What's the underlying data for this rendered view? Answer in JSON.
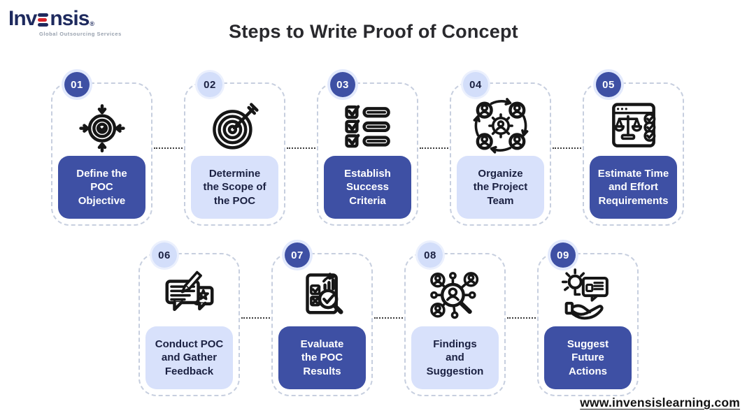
{
  "logo": {
    "wordmark_pre": "Inv",
    "wordmark_post": "nsis",
    "registered": "®",
    "subtitle": "Global Outsourcing Services"
  },
  "title": "Steps to Write Proof of Concept",
  "footer": {
    "website": "www.invensislearning.com"
  },
  "colors": {
    "dark_blue": "#3e50a4",
    "light_lavender": "#d8e1fb",
    "badge_ring": "#e2e9fc",
    "navy_text": "#1b2142",
    "logo_navy": "#1e2a5e",
    "logo_red": "#d8232a",
    "dashed_border": "#c7cfdf",
    "connector_dots": "#3b3b3b"
  },
  "steps": [
    {
      "number": "01",
      "label": "Define the\nPOC\nObjective",
      "variant": "dark",
      "icon": "focus-target-icon"
    },
    {
      "number": "02",
      "label": "Determine\nthe Scope of\nthe POC",
      "variant": "light",
      "icon": "dartboard-icon"
    },
    {
      "number": "03",
      "label": "Establish\nSuccess\nCriteria",
      "variant": "dark",
      "icon": "checklist-icon"
    },
    {
      "number": "04",
      "label": "Organize\nthe Project\nTeam",
      "variant": "light",
      "icon": "team-collaboration-icon"
    },
    {
      "number": "05",
      "label": "Estimate Time\nand Effort\nRequirements",
      "variant": "dark",
      "icon": "scale-window-icon"
    },
    {
      "number": "06",
      "label": "Conduct POC\nand Gather\nFeedback",
      "variant": "light",
      "icon": "feedback-bubbles-icon"
    },
    {
      "number": "07",
      "label": "Evaluate\nthe POC\nResults",
      "variant": "dark",
      "icon": "report-magnifier-icon"
    },
    {
      "number": "08",
      "label": "Findings\nand\nSuggestion",
      "variant": "light",
      "icon": "people-search-icon"
    },
    {
      "number": "09",
      "label": "Suggest\nFuture\nActions",
      "variant": "dark",
      "icon": "idea-hand-icon"
    }
  ]
}
